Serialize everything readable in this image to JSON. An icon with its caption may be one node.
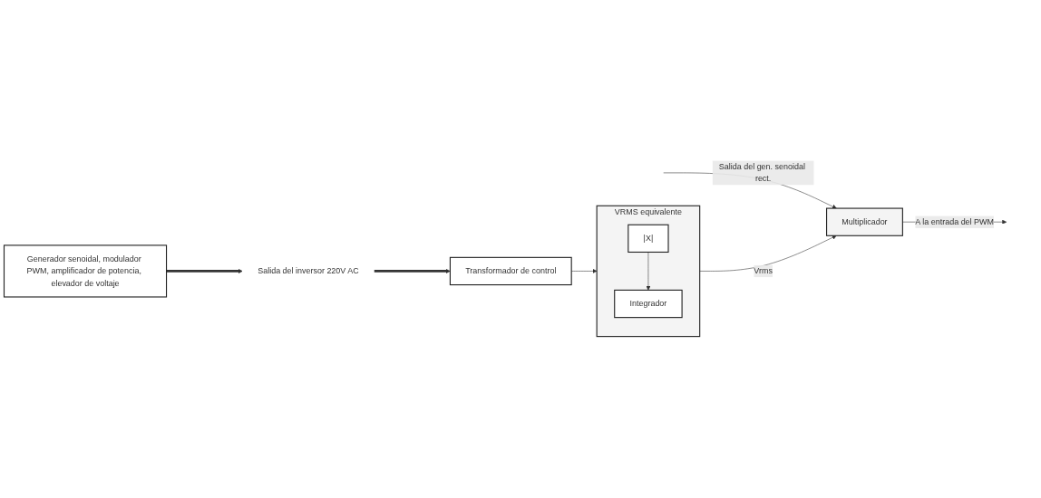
{
  "diagram": {
    "nodes": [
      {
        "text": [
          "Generador senoidal, modulador PWM, amplificador de potencia, elevador de voltaje"
        ]
      },
      {
        "text": [
          "Salida del inversor 220V AC"
        ]
      },
      {
        "text": [
          "Multiplicador"
        ]
      },
      {
        "text": [
          "VRMS equivalente"
        ]
      },
      {
        "text": [
          "|X|"
        ],
        "in": 3
      },
      {
        "text": [
          "Integrador"
        ],
        "in": 3
      },
      {
        "text": [
          "Transformador de control"
        ]
      }
    ],
    "edges": [
      {
        "from": 0,
        "to": 1,
        "arrow": "to",
        "style": "thick"
      },
      {
        "from": 1,
        "to": 6,
        "arrow": "to",
        "style": "thick"
      },
      {
        "from": 6,
        "to": 3,
        "arrow": "to"
      },
      {
        "from": 4,
        "to": 5,
        "arrow": "to"
      },
      {
        "from": 3,
        "to": 2,
        "label": "Vrms",
        "arrow": "to"
      },
      {
        "from": null,
        "to": 2,
        "label": "Salida del gen. senoidal rect.",
        "arrow": "to"
      },
      {
        "from": 2,
        "to": null,
        "label": "A la entrada del PWM",
        "arrow": "to"
      }
    ]
  }
}
